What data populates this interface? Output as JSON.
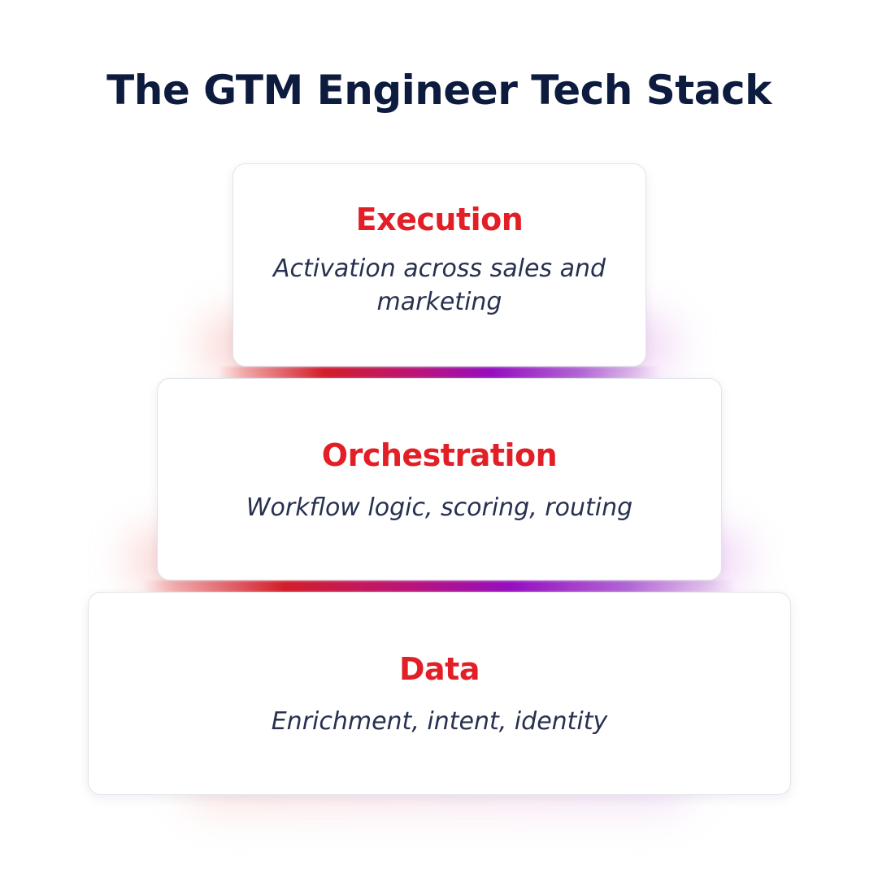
{
  "title": "The GTM Engineer Tech Stack",
  "accent_color": "#e21f26",
  "title_color": "#0d1b3e",
  "gradient_colors": [
    "#d91f2a",
    "#c0157c",
    "#9a0fc4",
    "#b76ad9"
  ],
  "layers": [
    {
      "name": "Execution",
      "description": "Activation across sales and marketing"
    },
    {
      "name": "Orchestration",
      "description": "Workflow logic, scoring, routing"
    },
    {
      "name": "Data",
      "description": "Enrichment, intent, identity"
    }
  ]
}
